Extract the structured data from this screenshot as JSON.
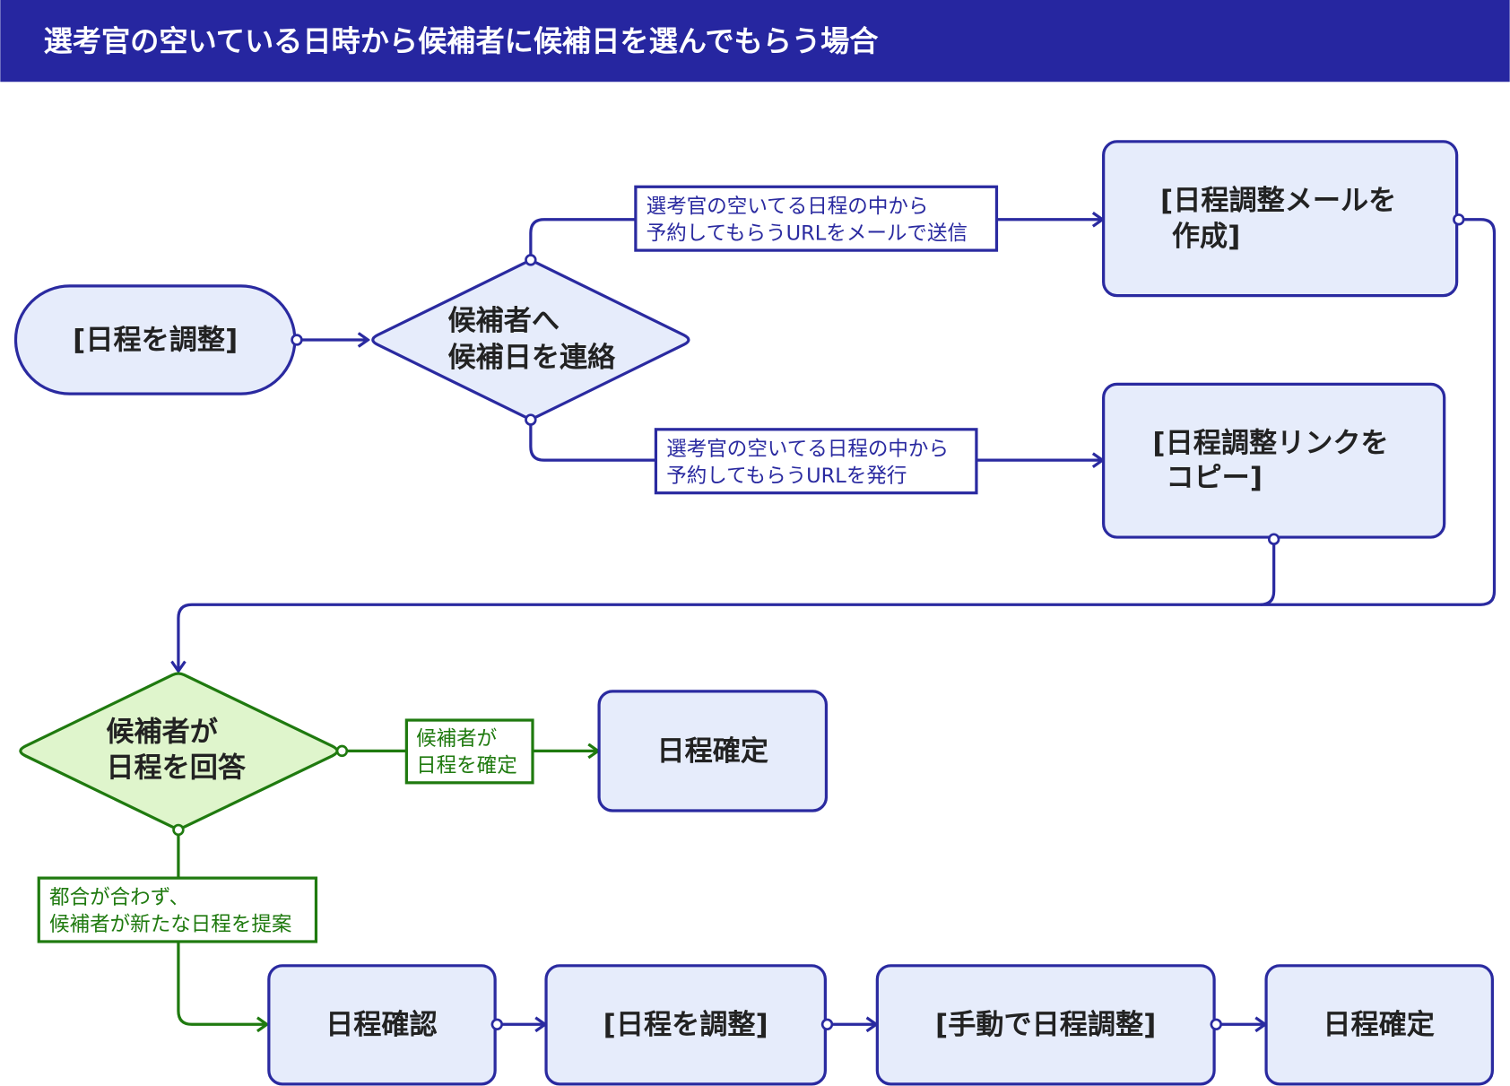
{
  "title": "選考官の空いている日時から候補者に候補日を選んでもらう場合",
  "colors": {
    "header": "#2626a0",
    "blue": "#2a2aa0",
    "node_fill": "#e6ecfb",
    "green": "#1f7a0f",
    "green_fill": "#dff5cc"
  },
  "nodes": {
    "start": "[日程を調整]",
    "decision1": [
      "候補者へ",
      "候補日を連絡"
    ],
    "mail": [
      "[日程調整メールを",
      "作成]"
    ],
    "link": [
      "[日程調整リンクを",
      "コピー]"
    ],
    "decision2": [
      "候補者が",
      "日程を回答"
    ],
    "confirmed1": "日程確定",
    "check": "日程確認",
    "adjust": "[日程を調整]",
    "manual": "[手動で日程調整]",
    "confirmed2": "日程確定"
  },
  "edges": {
    "mail_label": [
      "選考官の空いてる日程の中から",
      "予約してもらうURLをメールで送信"
    ],
    "link_label": [
      "選考官の空いてる日程の中から",
      "予約してもらうURLを発行"
    ],
    "confirm_label": [
      "候補者が",
      "日程を確定"
    ],
    "propose_label": [
      "都合が合わず、",
      "候補者が新たな日程を提案"
    ]
  }
}
